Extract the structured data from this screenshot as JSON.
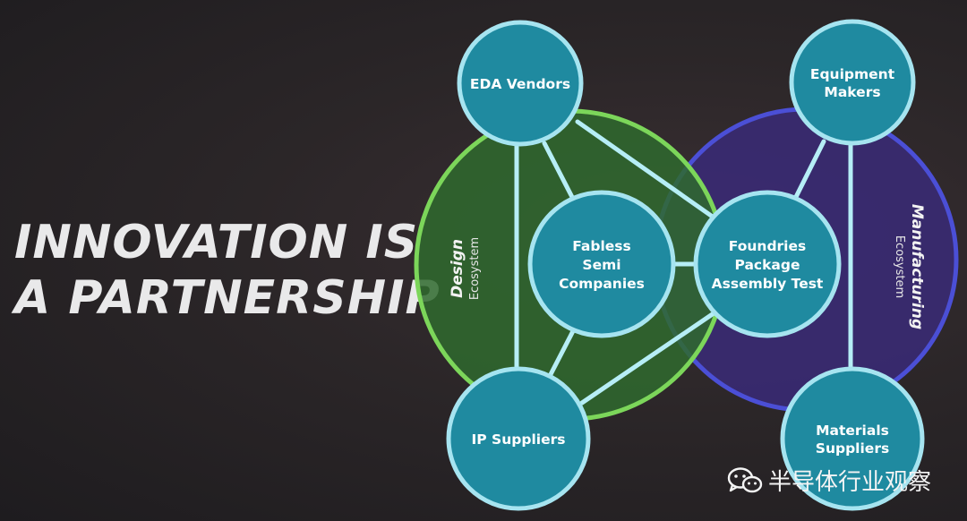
{
  "headline": {
    "line1": "INNOVATION IS",
    "line2": "A PARTNERSHIP"
  },
  "ecosystems": {
    "design": {
      "title": "Design",
      "subtitle": "Ecosystem",
      "color": "#7cd65a"
    },
    "manufacturing": {
      "title": "Manufacturing",
      "subtitle": "Ecosystem",
      "color": "#4b4fd6"
    }
  },
  "nodes": {
    "eda": [
      "EDA Vendors"
    ],
    "equipment": [
      "Equipment",
      "Makers"
    ],
    "fabless": [
      "Fabless",
      "Semi",
      "Companies"
    ],
    "foundries": [
      "Foundries",
      "Package",
      "Assembly Test"
    ],
    "ip": [
      "IP Suppliers"
    ],
    "materials": [
      "Materials",
      "Suppliers"
    ]
  },
  "watermark": {
    "text": "半导体行业观察",
    "icon": "wechat-icon"
  },
  "colors": {
    "node_fill": "#1f8aa0",
    "node_stroke": "#a6e4f0",
    "connector": "#b6eef6",
    "design_fill": "#2f6a2e",
    "manufacturing_fill": "#3a2a78"
  }
}
